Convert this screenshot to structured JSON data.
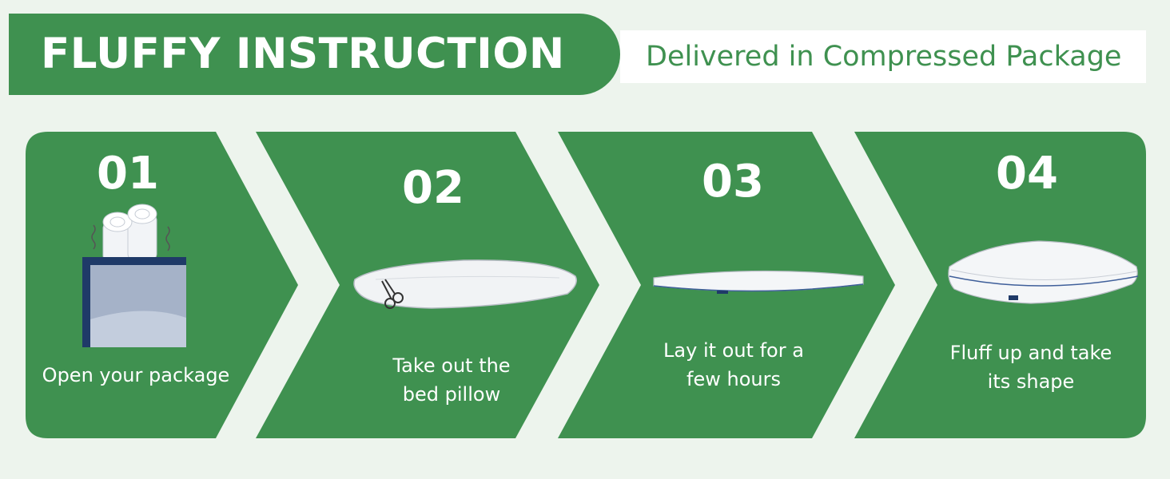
{
  "header": {
    "title": "FLUFFY INSTRUCTION",
    "subtitle": "Delivered in Compressed Package"
  },
  "steps": [
    {
      "number": "01",
      "caption": [
        "Open your package"
      ]
    },
    {
      "number": "02",
      "caption": [
        "Take out the",
        "bed pillow"
      ]
    },
    {
      "number": "03",
      "caption": [
        "Lay it out for a",
        "few hours"
      ]
    },
    {
      "number": "04",
      "caption": [
        "Fluff up and take",
        "its shape"
      ]
    }
  ],
  "colors": {
    "green": "#3f9150",
    "background": "#edf4ed",
    "white": "#ffffff",
    "navy": "#1f3a68"
  }
}
